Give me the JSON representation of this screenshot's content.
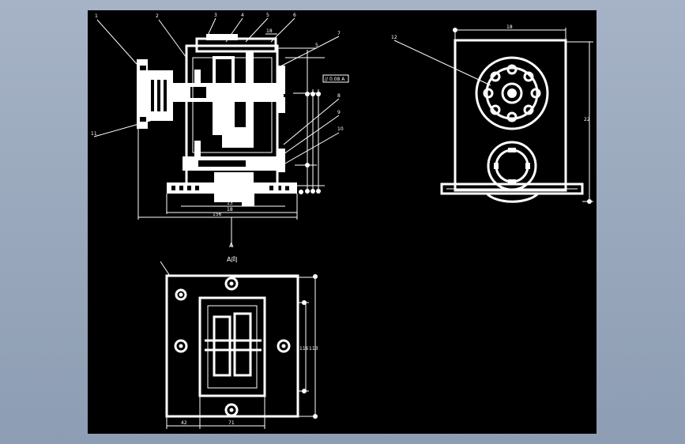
{
  "drawing": {
    "parts": [
      "1",
      "2",
      "3",
      "4",
      "5",
      "6",
      "7",
      "8",
      "9",
      "10",
      "11",
      "12"
    ],
    "view_arrow_label": "A",
    "view_title": "A向",
    "dims": {
      "d_top": "18",
      "d_right_small": "5",
      "tol": "// 0.08 A",
      "d_bottom_1": "13",
      "d_bottom_2": "18",
      "d_bottom_3": "156",
      "d_side_top": "18",
      "d_side_right": "22",
      "d_av_bottom_l": "42",
      "d_av_bottom_r": "71",
      "d_av_right_1": "116",
      "d_av_right_2": "113"
    }
  }
}
